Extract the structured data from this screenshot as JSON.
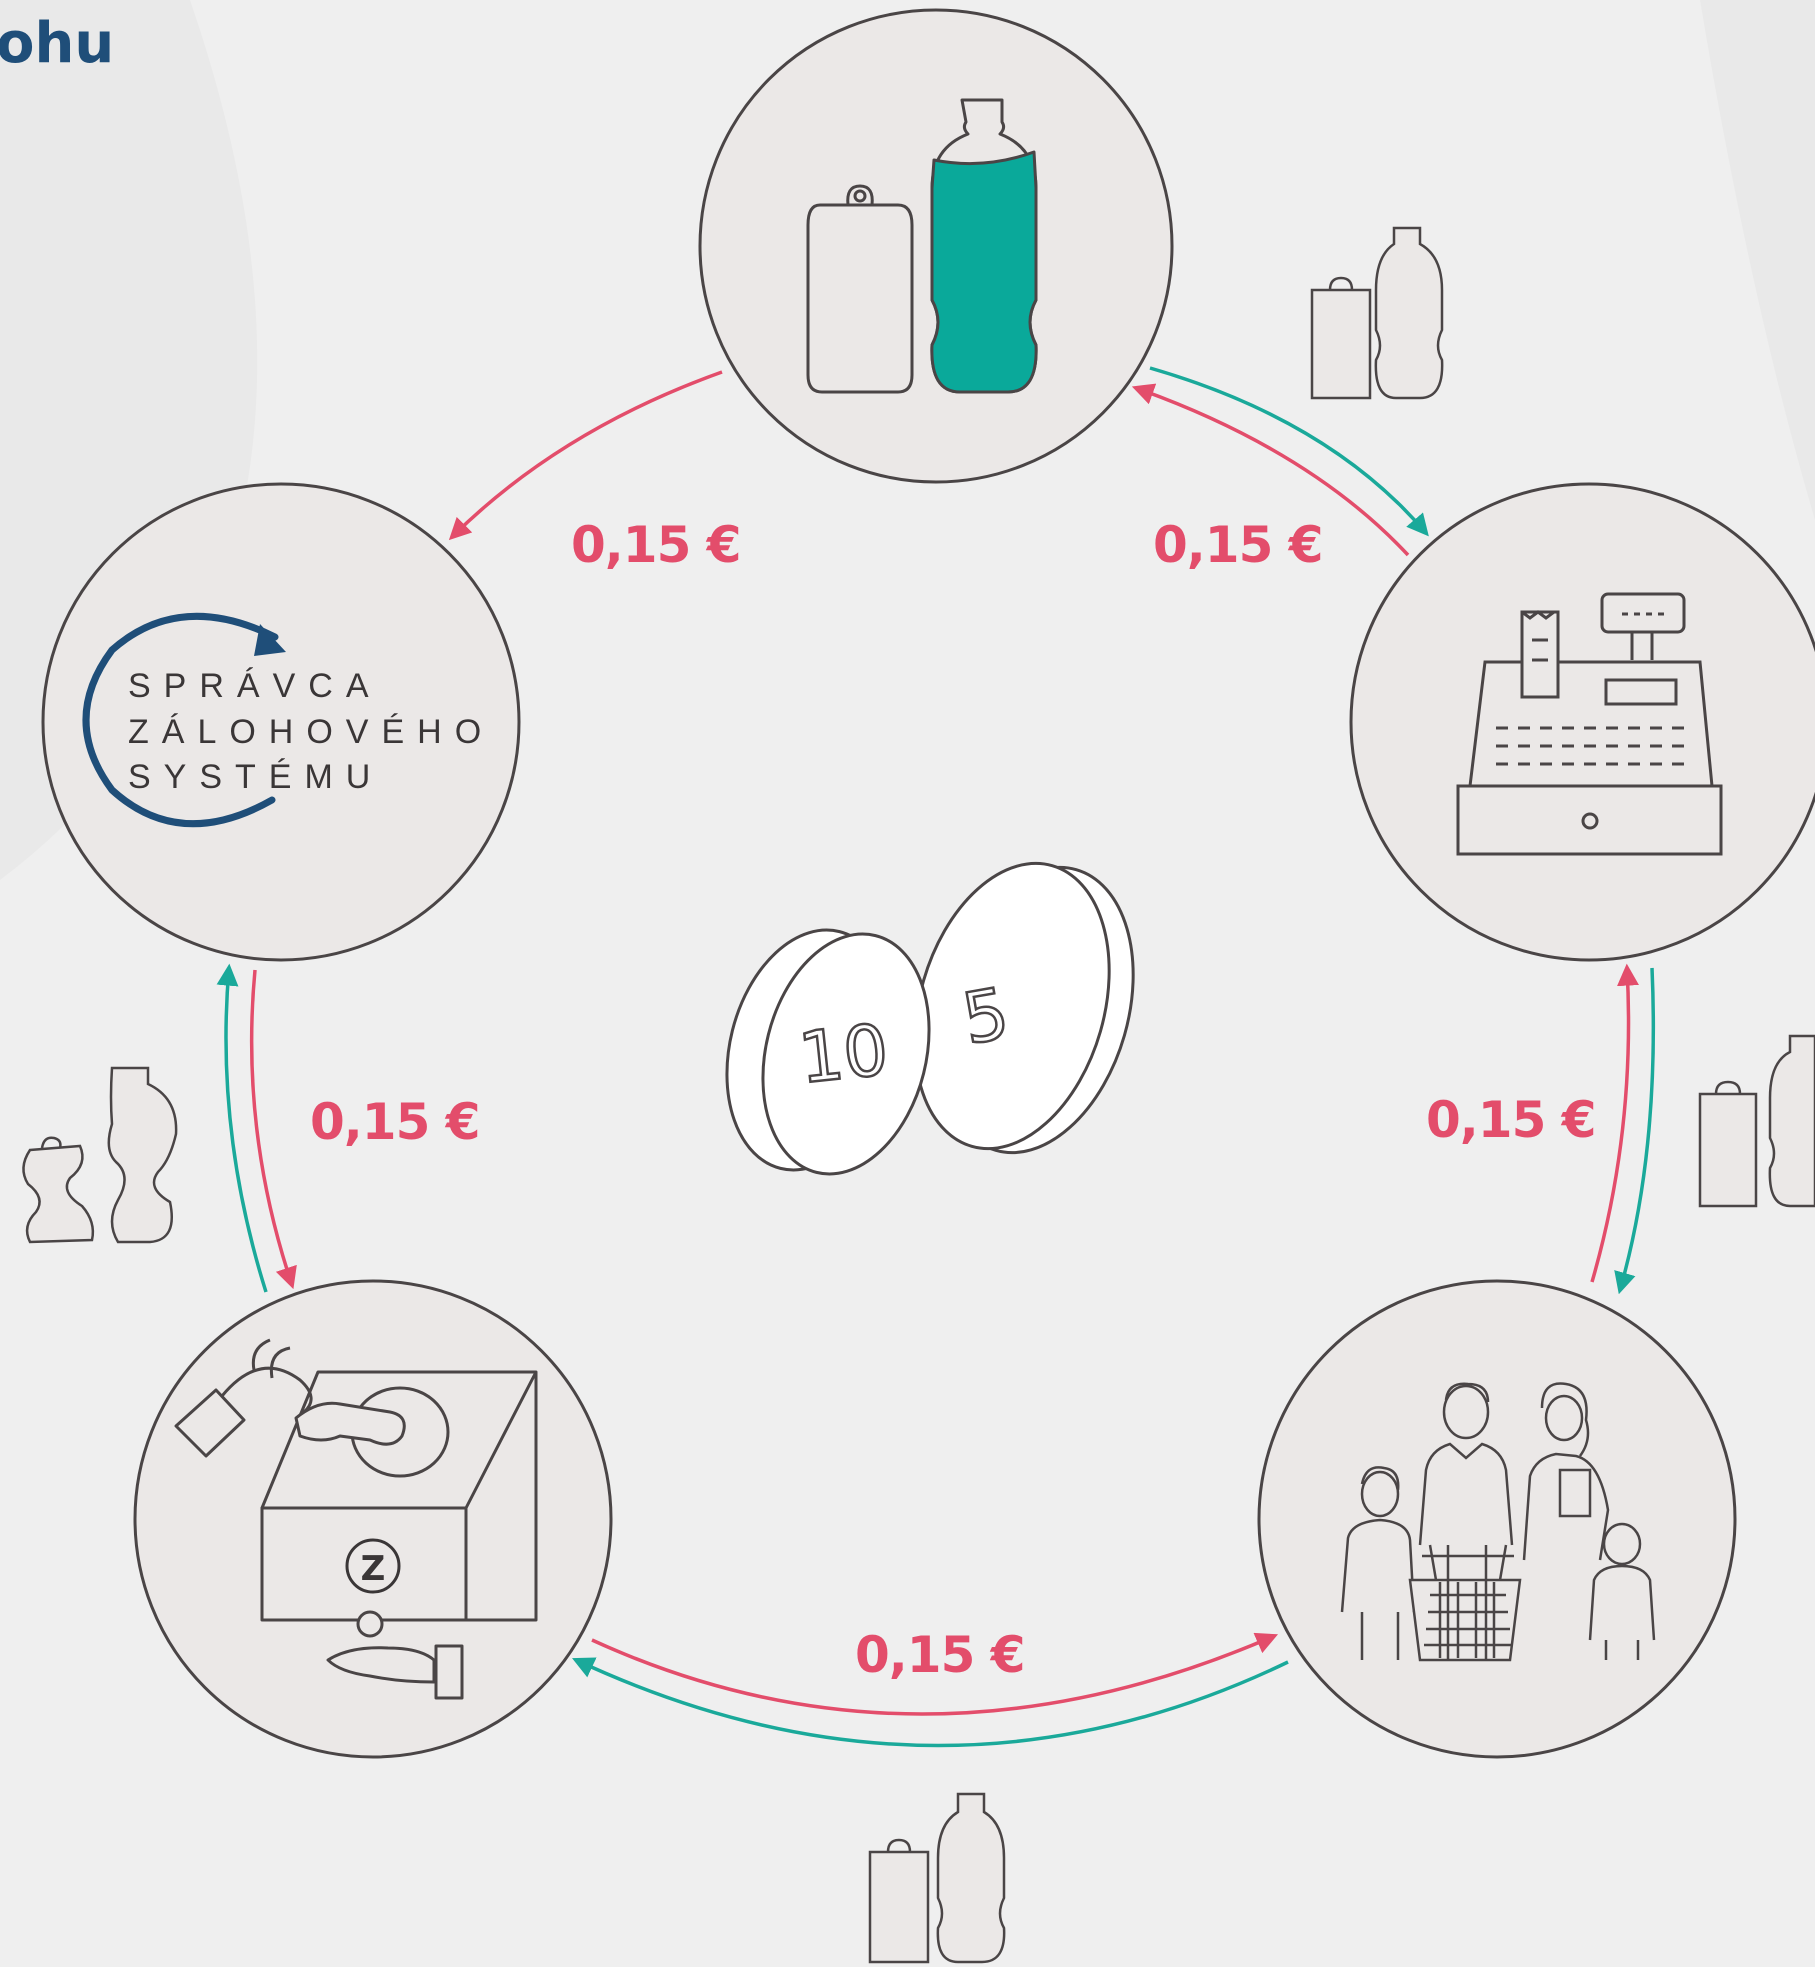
{
  "header": {
    "title_fragment": "ohu"
  },
  "colors": {
    "background": "#efefef",
    "circle_fill": "#ebe8e7",
    "line": "#4a4546",
    "money_arrow": "#e34d6b",
    "container_arrow": "#1aa99a",
    "bottle_fill": "#0aa99a",
    "logo_blue": "#1f4e79"
  },
  "nodes": [
    {
      "id": "producer",
      "icon": "can-and-bottle-icon"
    },
    {
      "id": "retailer",
      "icon": "cash-register-icon"
    },
    {
      "id": "consumers",
      "icon": "family-with-shopping-cart-icon"
    },
    {
      "id": "return_point",
      "icon": "reverse-vending-machine-icon"
    },
    {
      "id": "administrator",
      "icon": "deposit-system-logo-icon",
      "logo_lines": [
        "SPRÁVCA",
        "ZÁLOHOVÉHO",
        "SYSTÉMU"
      ]
    }
  ],
  "flows": [
    {
      "id": "producer-administrator",
      "amount": "0,15 €"
    },
    {
      "id": "producer-retailer",
      "amount": "0,15 €"
    },
    {
      "id": "retailer-consumers",
      "amount": "0,15 €"
    },
    {
      "id": "consumers-return",
      "amount": "0,15 €"
    },
    {
      "id": "return-administrator",
      "amount": "0,15 €"
    }
  ],
  "center": {
    "icon": "coins-icon",
    "coin_values": [
      "10",
      "5"
    ]
  }
}
